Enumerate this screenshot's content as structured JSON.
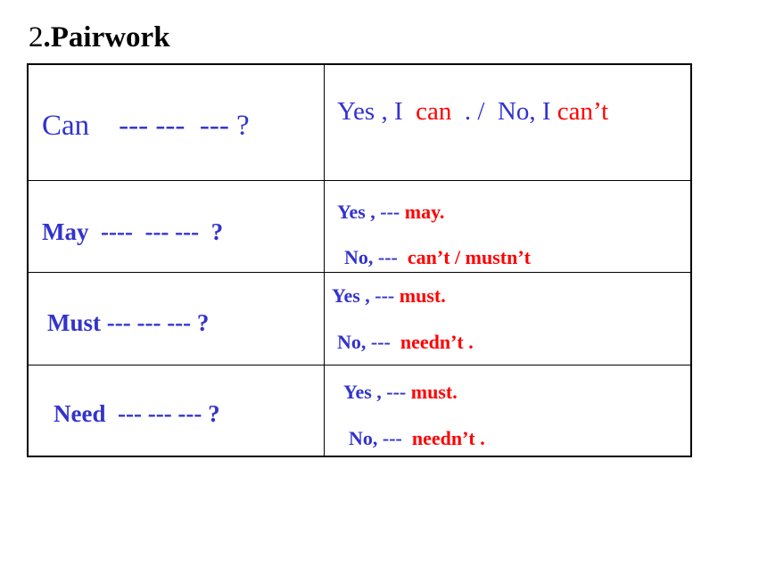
{
  "heading": {
    "number": "2",
    "title": ".Pairwork"
  },
  "colors": {
    "question": "#3333cc",
    "modal": "#ff0000",
    "border": "#000000"
  },
  "rows": [
    {
      "question": "Can    --- ---  --- ?",
      "answer_yes_prefix": "Yes , I  ",
      "answer_yes_modal": "can",
      "answer_yes_suffix": "  . /  No, I ",
      "answer_no_modal": "can’t"
    },
    {
      "question": "May  ----  --- ---  ?",
      "answer_yes_prefix": "Yes , --- ",
      "answer_yes_modal": "may.",
      "answer_no_prefix": "No, ---  ",
      "answer_no_modal": "can’t / mustn’t"
    },
    {
      "question": "Must --- --- --- ?",
      "answer_yes_prefix": "Yes , --- ",
      "answer_yes_modal": "must.",
      "answer_no_prefix": "No, ---  ",
      "answer_no_modal": "needn’t ."
    },
    {
      "question": "Need  --- --- --- ?",
      "answer_yes_prefix": "Yes , --- ",
      "answer_yes_modal": "must.",
      "answer_no_prefix": "No, ---  ",
      "answer_no_modal": "needn’t ."
    }
  ]
}
